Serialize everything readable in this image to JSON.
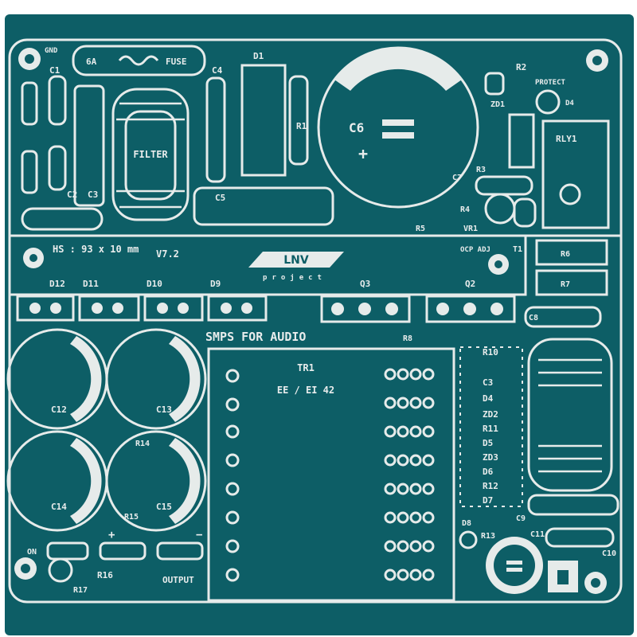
{
  "board": {
    "colors": {
      "substrate": "#0d5e66",
      "silkscreen": "#e6ebea",
      "background": "#ffffff",
      "pad": "#2b6e73"
    },
    "header": {
      "hs_label": "HS : 93 x 10 mm",
      "version": "V7.2",
      "logo_text": "LNV",
      "brand_text": "project"
    },
    "title": "SMPS FOR AUDIO",
    "transformer_label": "TR1",
    "transformer_sub": "EE / EI 42",
    "top_labels": [
      "GND",
      "C1",
      "6A",
      "FUSE",
      "C4",
      "D1",
      "R1",
      "C6",
      "R2",
      "PROTECT",
      "D4",
      "RLY1",
      "C2",
      "C3",
      "FILTER",
      "C5",
      "C7",
      "R3",
      "R4",
      "R5",
      "VR1",
      "ZD1"
    ],
    "mid_labels": [
      "D12",
      "D11",
      "D10",
      "D9",
      "Q3",
      "Q2",
      "OCP ADJ",
      "T1",
      "R6",
      "R7",
      "C8",
      "R8"
    ],
    "cap_labels": [
      "C12",
      "C13",
      "C14",
      "C15",
      "R14",
      "R15"
    ],
    "right_stack_labels": [
      "R10",
      "C3",
      "D4",
      "ZD2",
      "R11",
      "D5",
      "ZD3",
      "D6",
      "R12",
      "D7"
    ],
    "bottom_labels": [
      "ON",
      "R16",
      "R17",
      "OUTPUT",
      "D8",
      "R13",
      "C9",
      "C11",
      "C10"
    ],
    "output_polarity": {
      "plus": "+",
      "minus": "−"
    }
  }
}
